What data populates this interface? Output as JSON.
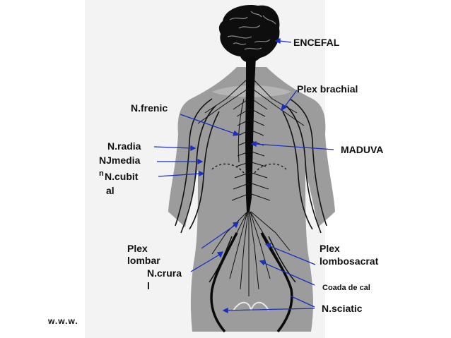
{
  "labels": {
    "encefal": "ENCEFAL",
    "plex_brachial": "Plex brachial",
    "n_frenic": "N.frenic",
    "n_radial": "N.radia",
    "n_median_a": "NJmedia",
    "n_median_b": "n",
    "n_cubital_a": "N.cubit",
    "n_cubital_b": "al",
    "maduva": "MADUVA",
    "plex_lombar_a": "Plex",
    "plex_lombar_b": "lombar",
    "n_crural_a": "N.crura",
    "n_crural_b": "l",
    "plex_lombosacrat_a": "Plex",
    "plex_lombosacrat_b": "lombosacrat",
    "coada_de_cal": "Coada de cal",
    "n_sciatic": "N.sciatic",
    "footer": "w.w.w."
  },
  "colors": {
    "pointer": "#1a2fbf",
    "nerve": "#111111",
    "body": "#9a9a9a",
    "brain": "#101010"
  }
}
